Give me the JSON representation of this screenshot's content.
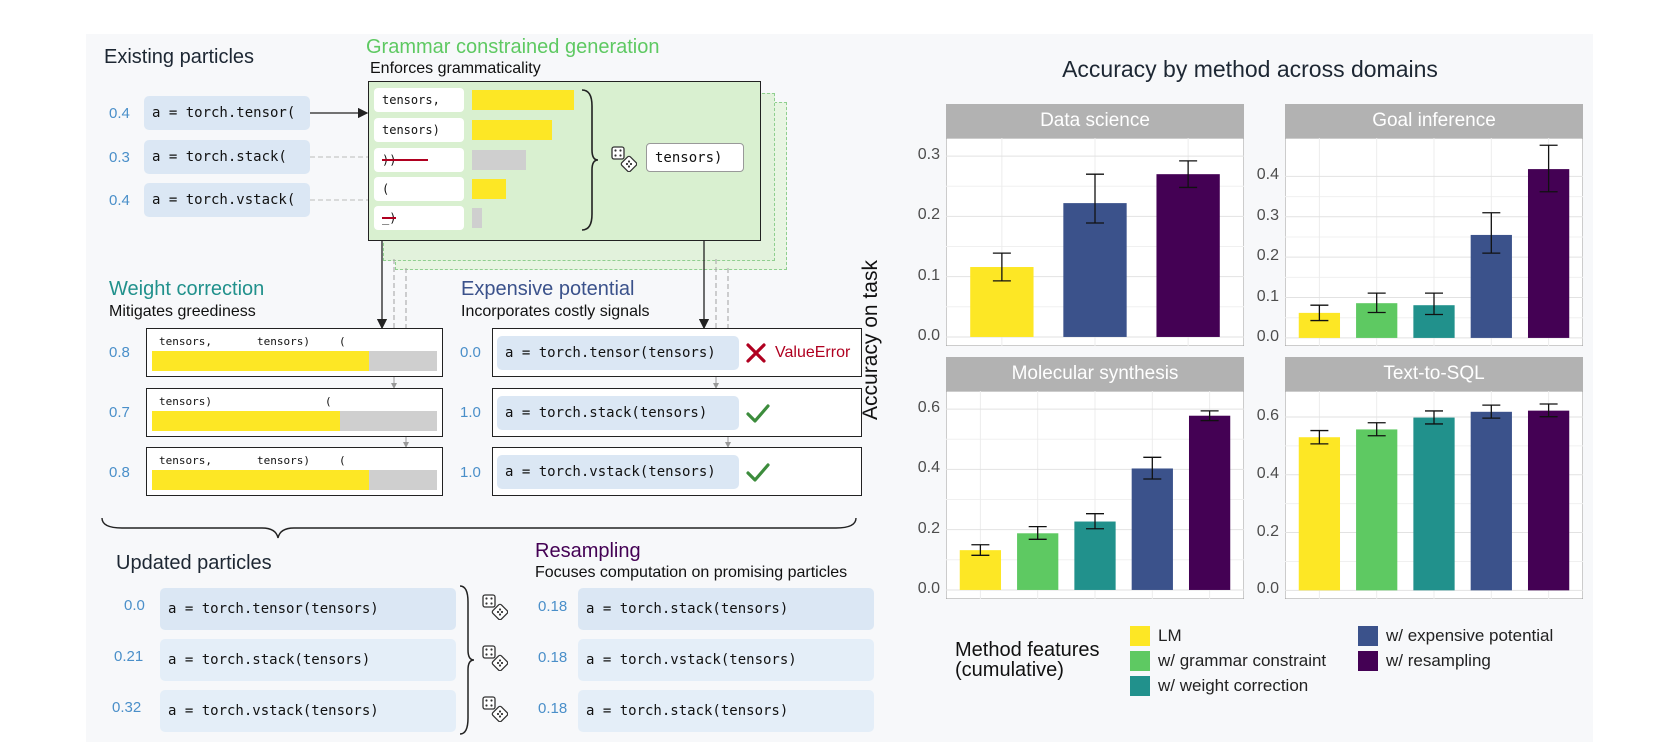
{
  "diagram": {
    "existing": {
      "title": "Existing particles",
      "particles": [
        {
          "weight": "0.4",
          "code": "a = torch.tensor("
        },
        {
          "weight": "0.3",
          "code": "a = torch.stack("
        },
        {
          "weight": "0.4",
          "code": "a = torch.vstack("
        }
      ]
    },
    "grammar": {
      "title": "Grammar constrained generation",
      "subtitle": "Enforces grammaticality",
      "tokens": [
        "tensors,",
        "tensors)",
        "))",
        "(",
        "_)"
      ],
      "token_probs": [
        1.0,
        0.8,
        0.55,
        0.35,
        0.1
      ],
      "sampled": "tensors)"
    },
    "weight_correction": {
      "title": "Weight correction",
      "subtitle": "Mitigates greediness",
      "rows": [
        {
          "weight": "0.8",
          "tokens": [
            "tensors,",
            "tensors)",
            "("
          ],
          "yellow_fraction": 0.76
        },
        {
          "weight": "0.7",
          "tokens": [
            "tensors)",
            "("
          ],
          "yellow_fraction": 0.66
        },
        {
          "weight": "0.8",
          "tokens": [
            "tensors,",
            "tensors)",
            "("
          ],
          "yellow_fraction": 0.76
        }
      ]
    },
    "expensive": {
      "title": "Expensive potential",
      "subtitle": "Incorporates costly signals",
      "rows": [
        {
          "weight": "0.0",
          "code": "a = torch.tensor(tensors)",
          "ok": false,
          "error": "ValueError"
        },
        {
          "weight": "1.0",
          "code": "a = torch.stack(tensors)",
          "ok": true
        },
        {
          "weight": "1.0",
          "code": "a = torch.vstack(tensors)",
          "ok": true
        }
      ]
    },
    "updated": {
      "title": "Updated particles",
      "rows": [
        {
          "weight": "0.0",
          "code": "a = torch.tensor(tensors)"
        },
        {
          "weight": "0.21",
          "code": "a = torch.stack(tensors)"
        },
        {
          "weight": "0.32",
          "code": "a = torch.vstack(tensors)"
        }
      ]
    },
    "resampling": {
      "title": "Resampling",
      "subtitle": "Focuses computation on promising particles",
      "rows": [
        {
          "weight": "0.18",
          "code": "a = torch.stack(tensors)"
        },
        {
          "weight": "0.18",
          "code": "a = torch.vstack(tensors)"
        },
        {
          "weight": "0.18",
          "code": "a = torch.stack(tensors)"
        }
      ]
    },
    "icons": [
      "dice-icon",
      "check-icon",
      "cross-icon"
    ]
  },
  "chart_data": {
    "type": "bar",
    "title": "Accuracy by method across domains",
    "ylabel": "Accuracy on task",
    "grid": true,
    "legend_placement": "bottom",
    "legend_title": "Method features\n(cumulative)",
    "series_colors": {
      "LM": "#fde725",
      "w/ grammar constraint": "#5ec962",
      "w/ weight correction": "#21918c",
      "w/ expensive potential": "#3b528b",
      "w/ resampling": "#440154"
    },
    "legend_entries": [
      "LM",
      "w/ grammar constraint",
      "w/ weight correction",
      "w/ expensive potential",
      "w/ resampling"
    ],
    "panels": [
      {
        "title": "Data science",
        "ylim": [
          -0.015,
          0.33
        ],
        "yticks": [
          0.0,
          0.1,
          0.2,
          0.3
        ],
        "tick_labels": [
          "0.0",
          "0.1",
          "0.2",
          "0.3"
        ],
        "methods": [
          "LM",
          "w/ expensive potential",
          "w/ resampling"
        ],
        "values": [
          0.116,
          0.222,
          0.27
        ],
        "errors": [
          [
            0.093,
            0.139
          ],
          [
            0.189,
            0.27
          ],
          [
            0.248,
            0.292
          ]
        ]
      },
      {
        "title": "Goal inference",
        "ylim": [
          -0.02,
          0.495
        ],
        "yticks": [
          0.0,
          0.1,
          0.2,
          0.3,
          0.4
        ],
        "tick_labels": [
          "0.0",
          "0.1",
          "0.2",
          "0.3",
          "0.4"
        ],
        "methods": [
          "LM",
          "w/ grammar constraint",
          "w/ weight correction",
          "w/ expensive potential",
          "w/ resampling"
        ],
        "values": [
          0.062,
          0.086,
          0.081,
          0.255,
          0.418
        ],
        "errors": [
          [
            0.043,
            0.081
          ],
          [
            0.063,
            0.111
          ],
          [
            0.058,
            0.111
          ],
          [
            0.21,
            0.31
          ],
          [
            0.362,
            0.477
          ]
        ]
      },
      {
        "title": "Molecular synthesis",
        "ylim": [
          -0.03,
          0.66
        ],
        "yticks": [
          0.0,
          0.2,
          0.4,
          0.6
        ],
        "tick_labels": [
          "0.0",
          "0.2",
          "0.4",
          "0.6"
        ],
        "methods": [
          "LM",
          "w/ grammar constraint",
          "w/ weight correction",
          "w/ expensive potential",
          "w/ resampling"
        ],
        "values": [
          0.132,
          0.188,
          0.227,
          0.403,
          0.578
        ],
        "errors": [
          [
            0.115,
            0.15
          ],
          [
            0.168,
            0.21
          ],
          [
            0.203,
            0.253
          ],
          [
            0.368,
            0.44
          ],
          [
            0.562,
            0.594
          ]
        ]
      },
      {
        "title": "Text-to-SQL",
        "ylim": [
          -0.03,
          0.69
        ],
        "yticks": [
          0.0,
          0.2,
          0.4,
          0.6
        ],
        "tick_labels": [
          "0.0",
          "0.2",
          "0.4",
          "0.6"
        ],
        "methods": [
          "LM",
          "w/ grammar constraint",
          "w/ weight correction",
          "w/ expensive potential",
          "w/ resampling"
        ],
        "values": [
          0.53,
          0.557,
          0.598,
          0.618,
          0.622
        ],
        "errors": [
          [
            0.507,
            0.553
          ],
          [
            0.535,
            0.58
          ],
          [
            0.576,
            0.621
          ],
          [
            0.596,
            0.641
          ],
          [
            0.601,
            0.645
          ]
        ]
      }
    ]
  }
}
